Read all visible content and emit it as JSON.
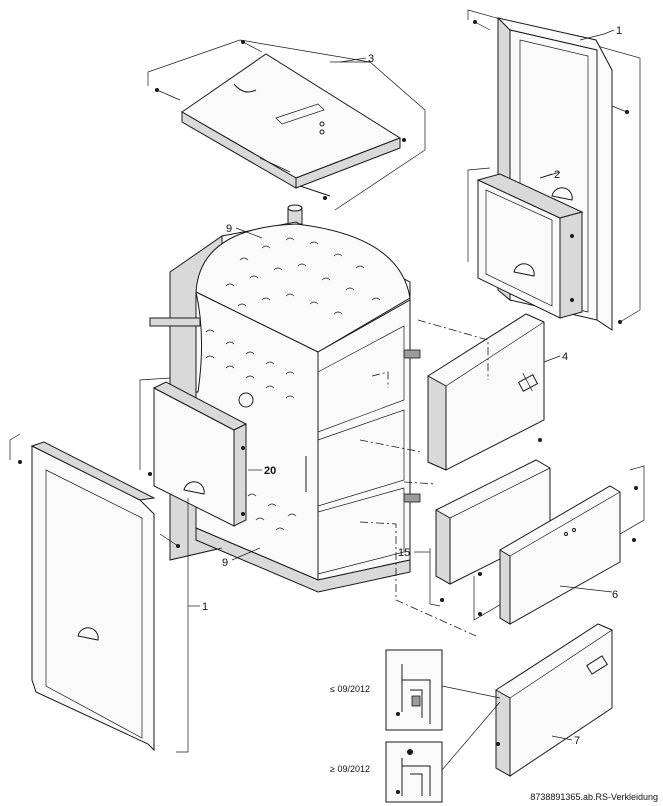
{
  "parts": [
    {
      "id": "p1-right",
      "label": "1"
    },
    {
      "id": "p2",
      "label": "2"
    },
    {
      "id": "p3",
      "label": "3"
    },
    {
      "id": "p4",
      "label": "4"
    },
    {
      "id": "p6",
      "label": "6"
    },
    {
      "id": "p7",
      "label": "7"
    },
    {
      "id": "p9-top",
      "label": "9"
    },
    {
      "id": "p9-bottom",
      "label": "9"
    },
    {
      "id": "p15",
      "label": "15"
    },
    {
      "id": "p20",
      "label": "20"
    },
    {
      "id": "p1-left",
      "label": "1"
    }
  ],
  "details": [
    {
      "id": "detail-old",
      "label": "≤ 09/2012"
    },
    {
      "id": "detail-new",
      "label": "≥ 09/2012"
    }
  ],
  "footer": {
    "reference": "8738891365.ab.RS-Verkleidung"
  },
  "colors": {
    "line": "#1a1a1a",
    "panel": "#fafafa",
    "shade": "#d9d9d9"
  }
}
